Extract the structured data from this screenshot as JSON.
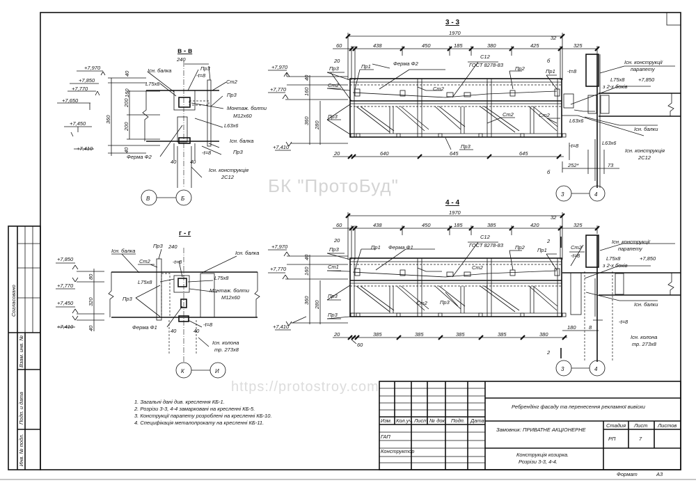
{
  "sheet": {
    "watermark_company": "БК \"ПротоБуд\"",
    "watermark_url": "https://protostroy.com"
  },
  "stamp": {
    "agreed": "Согласовано",
    "replaced_inv": "Взам. инв. №",
    "sign_date": "Подп. и дата",
    "inv_original": "Инв. № подл."
  },
  "sec_bb": {
    "title": "в - в",
    "elev": [
      "+7,970",
      "+7,850",
      "+7,770",
      "+7,650",
      "+7,450",
      "+7,410"
    ],
    "dims": [
      "40",
      "160",
      "200",
      "360",
      "200",
      "40",
      "240",
      "40",
      "40"
    ],
    "labels": [
      "Існ. балка",
      "L75x8",
      "Пр3",
      "-t=8",
      "Ст2",
      "Пр3",
      "Монтаж. болти",
      "M12x60",
      "L63x6",
      "Існ. балка",
      "Пр3",
      "-t=8",
      "Ферма Ф2",
      "Існ. конструкція",
      "2С12"
    ],
    "markers": [
      "В",
      "Б"
    ]
  },
  "elev_33": {
    "elev": [
      "+7,970",
      "+7,770",
      "+7,410"
    ],
    "dims": [
      "40",
      "160",
      "360",
      "280"
    ]
  },
  "s33": {
    "title": "3 - 3",
    "top_dims": [
      "1970",
      "60",
      "438",
      "450",
      "185",
      "380",
      "425",
      "32",
      "325",
      "20"
    ],
    "bottom_dims": [
      "20",
      "640",
      "645",
      "645",
      "252*",
      "73"
    ],
    "labels": [
      "Пр3",
      "Пр1",
      "Ферма Ф2",
      "С12",
      "ГОСТ 8278-83",
      "Пр2",
      "Пр1",
      "б",
      "-t=8",
      "Ст2",
      "Ст2",
      "Ст2",
      "Ст2",
      "Пр3",
      "Пр3",
      "L63x6",
      "Існ. конструкції",
      "парапету",
      "L75x8",
      "з 2-х боків",
      "+7,850",
      "Існ. балки",
      "-t=8",
      "L63x6",
      "Існ. конструкція",
      "2С12",
      "б"
    ],
    "markers": [
      "3",
      "4"
    ]
  },
  "sec_gg": {
    "title": "г - г",
    "elev": [
      "+7,850",
      "+7,770",
      "+7,450",
      "+7,410"
    ],
    "dims": [
      "80",
      "320",
      "40",
      "240",
      "40",
      "40"
    ],
    "labels": [
      "Пр3",
      "Існ. балка",
      "Ст2",
      "-t=8",
      "Існ. балка",
      "L75x8",
      "L75x8",
      "Пр3",
      "Монтаж. болти",
      "M12x60",
      "Ферма Ф1",
      "-t=8",
      "Існ. колона",
      "тр. 273x8"
    ],
    "markers": [
      "К",
      "И"
    ]
  },
  "elev_44": {
    "elev": [
      "+7,970",
      "+7,770",
      "+7,410"
    ],
    "dims": [
      "40",
      "160",
      "360",
      "280"
    ]
  },
  "s44": {
    "title": "4 - 4",
    "top_dims": [
      "1970",
      "60",
      "438",
      "450",
      "185",
      "385",
      "420",
      "32",
      "325",
      "20"
    ],
    "bottom_dims": [
      "20",
      "385",
      "385",
      "385",
      "385",
      "380",
      "60",
      "180",
      "8"
    ],
    "labels": [
      "Пр3",
      "Пр1",
      "Ферма Ф1",
      "С12",
      "ГОСТ 8278-83",
      "Пр2",
      "Пр1",
      "2",
      "Ст2",
      "-t=8",
      "Ст1",
      "Ст2",
      "Пр3",
      "Ст2",
      "Пр3",
      "Пр3",
      "Існ. конструкції",
      "парапету",
      "L75x8",
      "з 2-х боків",
      "+7,850",
      "Існ. балки",
      "-t=8",
      "Існ. колона",
      "тр. 273x8",
      "2"
    ],
    "markers": [
      "3",
      "4"
    ]
  },
  "notes": [
    "1. Загальні дані див. креслення КБ-1.",
    "2. Розрізи 3-3, 4-4 замарковані на кресленні КБ-5.",
    "3. Конструкції парапету розроблені на кресленні КБ-10.",
    "4. Специфікація металопрокату на кресленні КБ-11."
  ],
  "title_block": {
    "headers": [
      "Изм.",
      "Кол.уч.",
      "Лист",
      "№ док.",
      "Подп.",
      "Дата"
    ],
    "roles": [
      "ГАП",
      "Конструктор"
    ],
    "project": "Ребрендінг фасаду та перенесення рекламної вивіски",
    "customer": "Замовник: ПРИВАТНЕ АКЦІОНЕРНЕ",
    "stage_headers": [
      "Стадия",
      "Лист",
      "Листов"
    ],
    "stage": "РП",
    "sheet_no": "7",
    "drawing_title_1": "Конструкція козирка.",
    "drawing_title_2": "Розрізи 3-3, 4-4.",
    "format_label": "Формат",
    "format": "А3"
  }
}
